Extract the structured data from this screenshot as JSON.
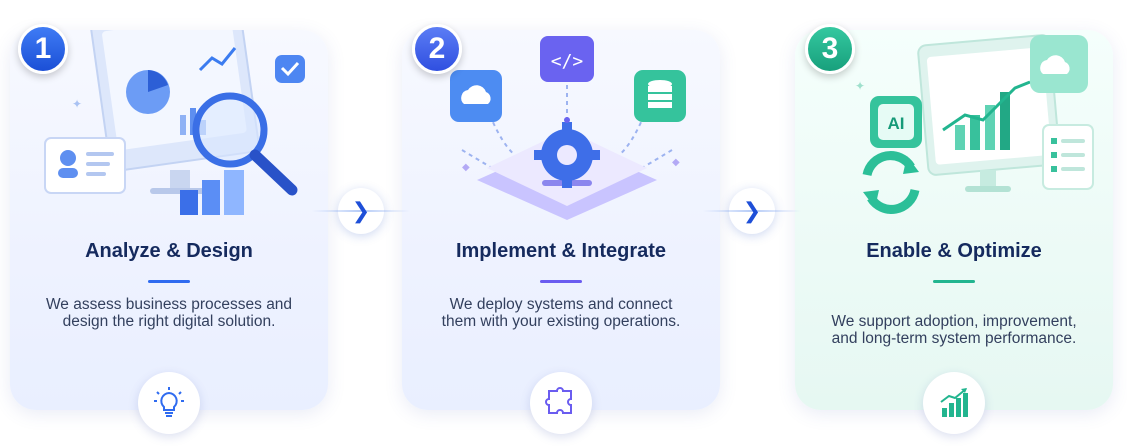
{
  "steps": [
    {
      "number": "1",
      "title": "Analyze & Design",
      "description": "We assess business processes and design the right digital solution.",
      "illustration": "analytics-dashboard-magnifier",
      "footer_icon": "lightbulb-icon",
      "accent": "#2f6bf0"
    },
    {
      "number": "2",
      "title": "Implement & Integrate",
      "description": "We deploy systems and connect them with your existing operations.",
      "illustration": "gear-code-cloud-database-integration",
      "footer_icon": "puzzle-icon",
      "accent": "#6a5cf0"
    },
    {
      "number": "3",
      "title": "Enable & Optimize",
      "description": "We support adoption, improvement, and long-term system performance.",
      "illustration": "ai-chip-monitor-growth-chart",
      "footer_icon": "growth-chart-icon",
      "accent": "#22b58f"
    }
  ],
  "connectors": [
    {
      "icon": "chevron-right-icon",
      "glyph": "❯"
    },
    {
      "icon": "chevron-right-icon",
      "glyph": "❯"
    }
  ]
}
